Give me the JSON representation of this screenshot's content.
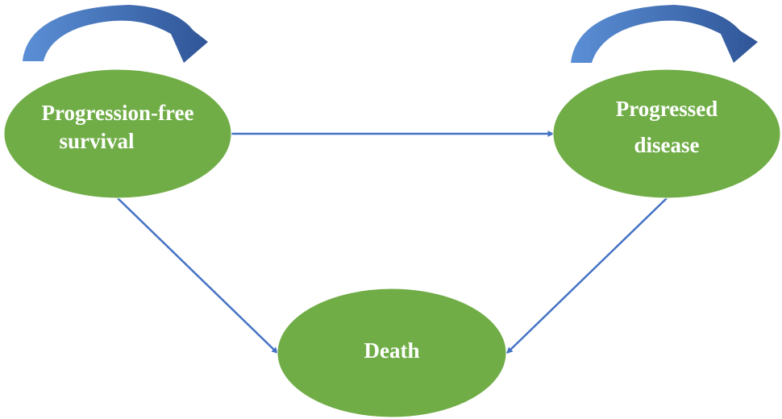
{
  "diagram": {
    "states": {
      "pfs": {
        "line1": "Progression-free",
        "line2": "survival"
      },
      "pd": {
        "line1": "Progressed",
        "line2": "disease"
      },
      "death": {
        "label": "Death"
      }
    },
    "colors": {
      "state_fill": "#70ad47",
      "state_text": "#ffffff",
      "arrow": "#4472c4",
      "self_loop_light": "#5b8fd6",
      "self_loop_dark": "#2f5597"
    },
    "transitions": [
      {
        "from": "pfs",
        "to": "pfs"
      },
      {
        "from": "pd",
        "to": "pd"
      },
      {
        "from": "pfs",
        "to": "pd"
      },
      {
        "from": "pfs",
        "to": "death"
      },
      {
        "from": "pd",
        "to": "death"
      }
    ]
  }
}
